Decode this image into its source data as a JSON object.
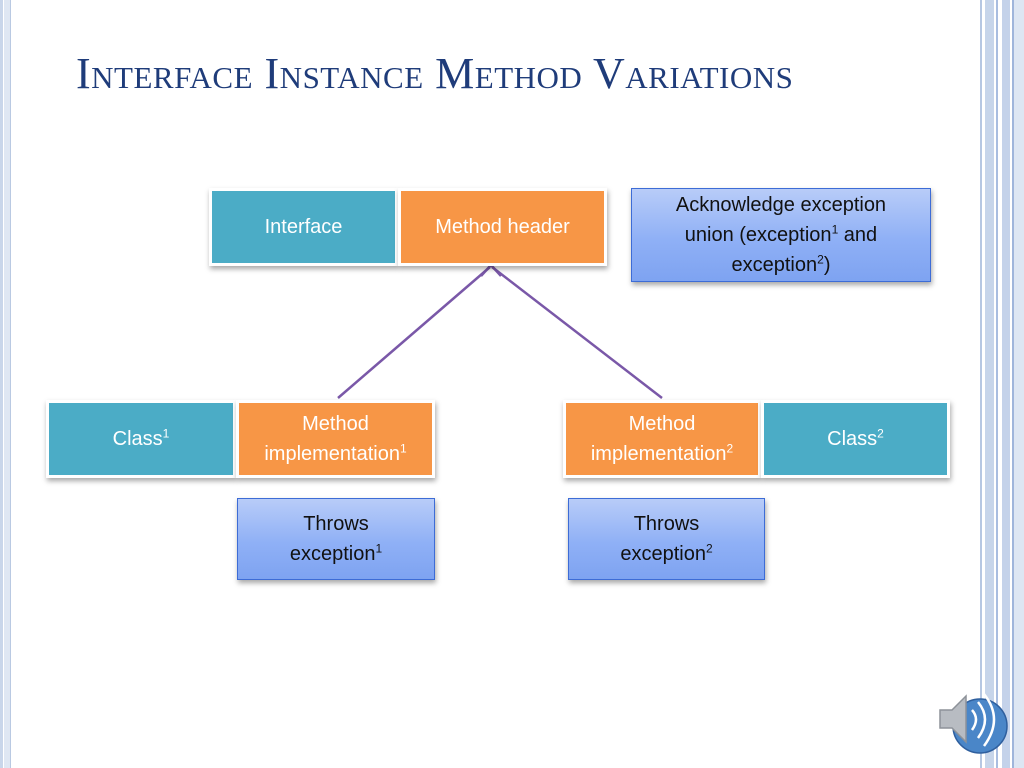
{
  "slide": {
    "title": "Interface Instance Method Variations"
  },
  "diagram": {
    "interface_label": "Interface",
    "method_header_label": "Method header",
    "acknowledge_note": {
      "line1": "Acknowledge exception",
      "line2_a": "union (exception",
      "sup1": "1",
      "line2_b": " and",
      "line3_a": "exception",
      "sup2": "2",
      "line3_b": ")"
    },
    "left": {
      "class_label": "Class",
      "class_sup": "1",
      "method_line1": "Method",
      "method_line2": "implementation",
      "method_sup": "1",
      "throws_line1": "Throws",
      "throws_line2": "exception",
      "throws_sup": "1"
    },
    "right": {
      "class_label": "Class",
      "class_sup": "2",
      "method_line1": "Method",
      "method_line2": "implementation",
      "method_sup": "2",
      "throws_line1": "Throws",
      "throws_line2": "exception",
      "throws_sup": "2"
    },
    "colors": {
      "teal": "#4bacc6",
      "orange": "#f79646",
      "note_blue": "#8fb0f6",
      "arrow": "#7a58a8",
      "title": "#1f3c7a"
    }
  },
  "icons": {
    "speaker": "speaker-icon"
  }
}
